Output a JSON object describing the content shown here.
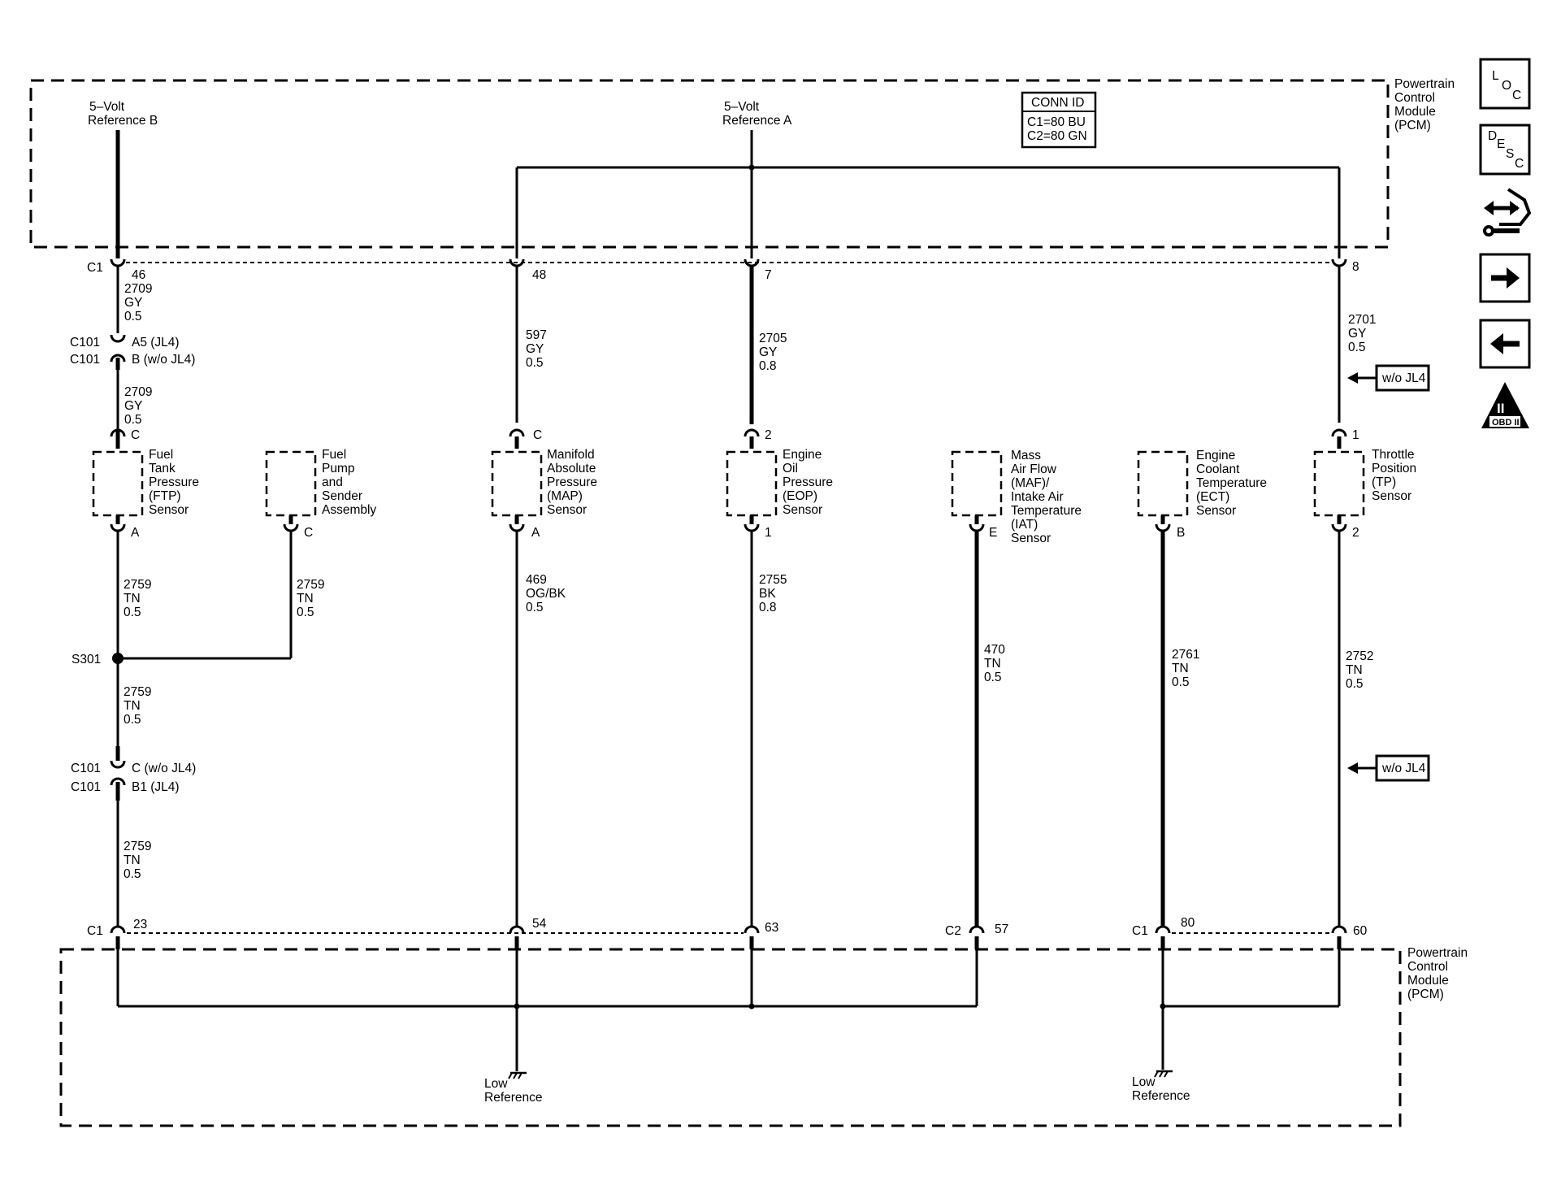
{
  "pcm_top": {
    "label": [
      "Powertrain",
      "Control",
      "Module",
      "(PCM)"
    ]
  },
  "pcm_bottom": {
    "label": [
      "Powertrain",
      "Control",
      "Module",
      "(PCM)"
    ]
  },
  "ref_b": {
    "label": [
      "5–Volt",
      "Reference B"
    ]
  },
  "ref_a": {
    "label": [
      "5–Volt",
      "Reference A"
    ]
  },
  "conn_id": {
    "title": "CONN ID",
    "lines": [
      "C1=80 BU",
      "C2=80 GN"
    ]
  },
  "top_connectors": {
    "c1_label": "C1",
    "pins": [
      "46",
      "48",
      "7",
      "8"
    ]
  },
  "wires_top": {
    "ftp_1": [
      "2709",
      "GY",
      "0.5"
    ],
    "ftp_2": [
      "2709",
      "GY",
      "0.5"
    ],
    "map": [
      "597",
      "GY",
      "0.5"
    ],
    "eop": [
      "2705",
      "GY",
      "0.8"
    ],
    "tp": [
      "2701",
      "GY",
      "0.5"
    ]
  },
  "c101_upper": {
    "label1": "C101",
    "pin1": "A5 (JL4)",
    "label2": "C101",
    "pin2": "B (w/o JL4)"
  },
  "c101_lower": {
    "label1": "C101",
    "pin1": "C (w/o JL4)",
    "label2": "C101",
    "pin2": "B1 (JL4)"
  },
  "sensors": {
    "ftp": {
      "name": [
        "Fuel",
        "Tank",
        "Pressure",
        "(FTP)",
        "Sensor"
      ],
      "pin_top": "C",
      "pin_bottom": "A"
    },
    "fuel_pump": {
      "name": [
        "Fuel",
        "Pump",
        "and",
        "Sender",
        "Assembly"
      ],
      "pin_bottom": "C"
    },
    "map": {
      "name": [
        "Manifold",
        "Absolute",
        "Pressure",
        "(MAP)",
        "Sensor"
      ],
      "pin_top": "C",
      "pin_bottom": "A"
    },
    "eop": {
      "name": [
        "Engine",
        "Oil",
        "Pressure",
        "(EOP)",
        "Sensor"
      ],
      "pin_top": "2",
      "pin_bottom": "1"
    },
    "maf": {
      "name": [
        "Mass",
        "Air Flow",
        "(MAF)/",
        "Intake Air",
        "Temperature",
        "(IAT)",
        "Sensor"
      ],
      "pin_bottom": "E"
    },
    "ect": {
      "name": [
        "Engine",
        "Coolant",
        "Temperature",
        "(ECT)",
        "Sensor"
      ],
      "pin_bottom": "B"
    },
    "tp": {
      "name": [
        "Throttle",
        "Position",
        "(TP)",
        "Sensor"
      ],
      "pin_top": "1",
      "pin_bottom": "2"
    }
  },
  "wires_bottom": {
    "ftp_a": [
      "2759",
      "TN",
      "0.5"
    ],
    "fuel_pump": [
      "2759",
      "TN",
      "0.5"
    ],
    "s301_down": [
      "2759",
      "TN",
      "0.5"
    ],
    "ftp_lower": [
      "2759",
      "TN",
      "0.5"
    ],
    "map": [
      "469",
      "OG/BK",
      "0.5"
    ],
    "eop": [
      "2755",
      "BK",
      "0.8"
    ],
    "maf": [
      "470",
      "TN",
      "0.5"
    ],
    "ect": [
      "2761",
      "TN",
      "0.5"
    ],
    "tp": [
      "2752",
      "TN",
      "0.5"
    ]
  },
  "splice": {
    "label": "S301"
  },
  "wo_jl4_1": {
    "label": "w/o JL4"
  },
  "wo_jl4_2": {
    "label": "w/o JL4"
  },
  "bottom_connectors": {
    "c1a": "C1",
    "pin23": "23",
    "pin54": "54",
    "pin63": "63",
    "c2": "C2",
    "pin57": "57",
    "c1b": "C1",
    "pin80": "80",
    "pin60": "60"
  },
  "ground_left": {
    "label": [
      "Low",
      "Reference"
    ]
  },
  "ground_right": {
    "label": [
      "Low",
      "Reference"
    ]
  },
  "side_icons": {
    "loc": {
      "l1": "L",
      "l2": "O",
      "l3": "C"
    },
    "desc": {
      "l1": "D",
      "l2": "E",
      "l3": "S",
      "l4": "C"
    },
    "obd": {
      "label": "OBD II",
      "roman": "II"
    }
  },
  "icon_names": [
    "loc-icon",
    "desc-icon",
    "schematic-tools-icon",
    "next-arrow-icon",
    "previous-arrow-icon",
    "obd-ii-icon"
  ]
}
